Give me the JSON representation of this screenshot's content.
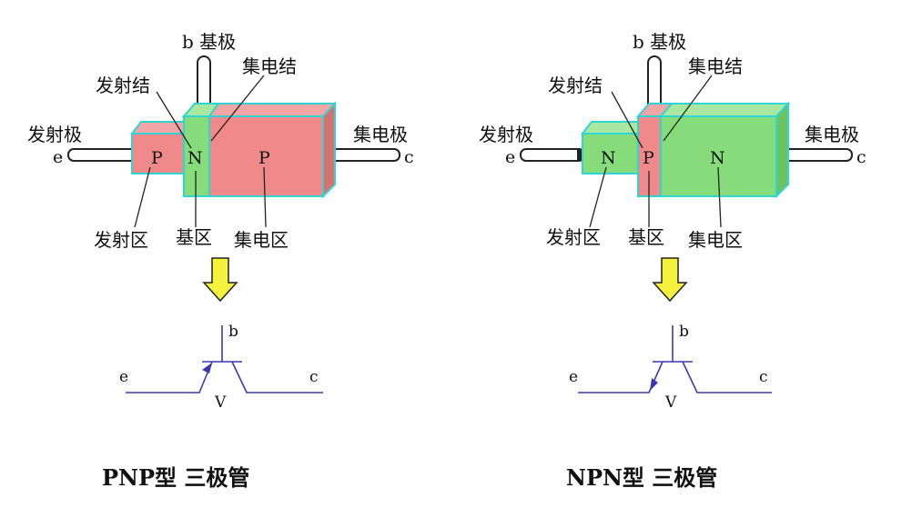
{
  "pnp": {
    "base_label": "b 基极",
    "collector_junction_label": "集电结",
    "emitter_junction_label": "发射结",
    "emitter_electrode_label": "发射极",
    "collector_electrode_label": "集电极",
    "emitter_terminal": "e",
    "collector_terminal": "c",
    "emitter_region_letter": "P",
    "base_region_letter": "N",
    "collector_region_letter": "P",
    "emitter_region_label": "发射区",
    "base_region_label": "基区",
    "collector_region_label": "集电区",
    "symbol": {
      "b": "b",
      "e": "e",
      "c": "c",
      "v": "V"
    },
    "caption": "PNP型 三极管"
  },
  "npn": {
    "base_label": "b 基极",
    "collector_junction_label": "集电结",
    "emitter_junction_label": "发射结",
    "emitter_electrode_label": "发射极",
    "collector_electrode_label": "集电极",
    "emitter_terminal": "e",
    "collector_terminal": "c",
    "emitter_region_letter": "N",
    "base_region_letter": "P",
    "collector_region_letter": "N",
    "emitter_region_label": "发射区",
    "base_region_label": "基区",
    "collector_region_label": "集电区",
    "symbol": {
      "b": "b",
      "e": "e",
      "c": "c",
      "v": "V"
    },
    "caption": "NPN型 三极管"
  },
  "colors": {
    "p_region": "#f08a8a",
    "n_region": "#86dc7a",
    "outline": "#2fd4d4",
    "arrow_fill": "#f4f23a",
    "symbol_line": "#3a3ab0"
  }
}
